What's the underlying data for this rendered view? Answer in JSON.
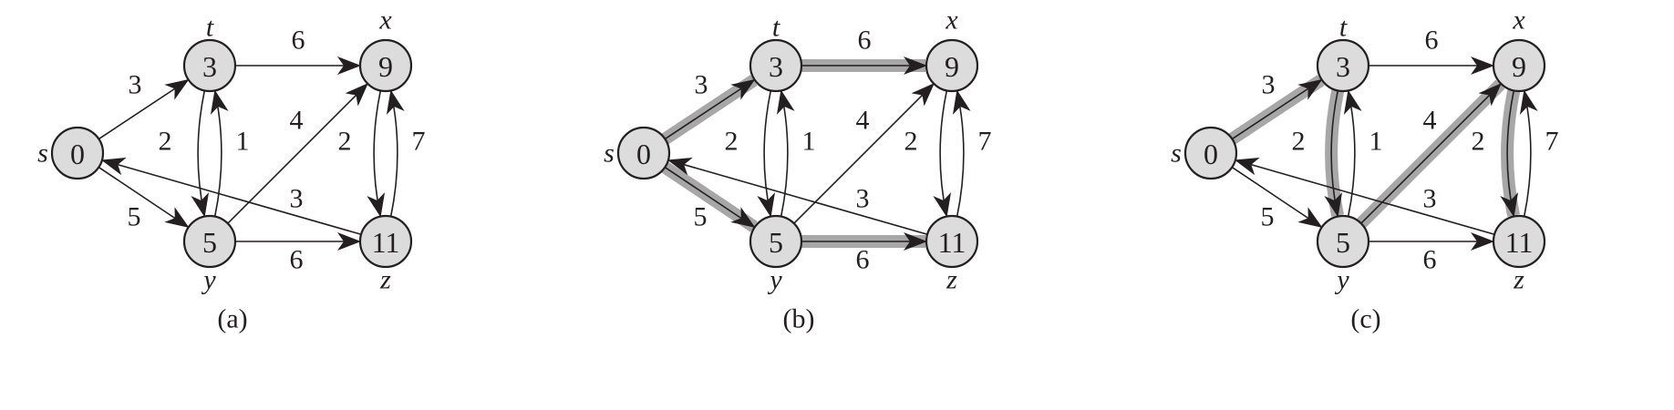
{
  "panels": [
    {
      "caption": "(a)",
      "nodes": [
        {
          "id": "s",
          "name": "s",
          "value": "0"
        },
        {
          "id": "t",
          "name": "t",
          "value": "3"
        },
        {
          "id": "x",
          "name": "x",
          "value": "9"
        },
        {
          "id": "y",
          "name": "y",
          "value": "5"
        },
        {
          "id": "z",
          "name": "z",
          "value": "11"
        }
      ],
      "edges": [
        {
          "from": "s",
          "to": "t",
          "weight": "3",
          "highlight": false
        },
        {
          "from": "s",
          "to": "y",
          "weight": "5",
          "highlight": false
        },
        {
          "from": "t",
          "to": "x",
          "weight": "6",
          "highlight": false
        },
        {
          "from": "t",
          "to": "y",
          "weight": "2",
          "highlight": false
        },
        {
          "from": "y",
          "to": "t",
          "weight": "1",
          "highlight": false
        },
        {
          "from": "y",
          "to": "x",
          "weight": "4",
          "highlight": false
        },
        {
          "from": "y",
          "to": "z",
          "weight": "6",
          "highlight": false
        },
        {
          "from": "x",
          "to": "z",
          "weight": "2",
          "highlight": false
        },
        {
          "from": "z",
          "to": "x",
          "weight": "7",
          "highlight": false
        },
        {
          "from": "z",
          "to": "s",
          "weight": "3",
          "highlight": false
        }
      ]
    },
    {
      "caption": "(b)",
      "nodes": [
        {
          "id": "s",
          "name": "s",
          "value": "0"
        },
        {
          "id": "t",
          "name": "t",
          "value": "3"
        },
        {
          "id": "x",
          "name": "x",
          "value": "9"
        },
        {
          "id": "y",
          "name": "y",
          "value": "5"
        },
        {
          "id": "z",
          "name": "z",
          "value": "11"
        }
      ],
      "edges": [
        {
          "from": "s",
          "to": "t",
          "weight": "3",
          "highlight": true
        },
        {
          "from": "s",
          "to": "y",
          "weight": "5",
          "highlight": true
        },
        {
          "from": "t",
          "to": "x",
          "weight": "6",
          "highlight": true
        },
        {
          "from": "t",
          "to": "y",
          "weight": "2",
          "highlight": false
        },
        {
          "from": "y",
          "to": "t",
          "weight": "1",
          "highlight": false
        },
        {
          "from": "y",
          "to": "x",
          "weight": "4",
          "highlight": false
        },
        {
          "from": "y",
          "to": "z",
          "weight": "6",
          "highlight": true
        },
        {
          "from": "x",
          "to": "z",
          "weight": "2",
          "highlight": false
        },
        {
          "from": "z",
          "to": "x",
          "weight": "7",
          "highlight": false
        },
        {
          "from": "z",
          "to": "s",
          "weight": "3",
          "highlight": false
        }
      ]
    },
    {
      "caption": "(c)",
      "nodes": [
        {
          "id": "s",
          "name": "s",
          "value": "0"
        },
        {
          "id": "t",
          "name": "t",
          "value": "3"
        },
        {
          "id": "x",
          "name": "x",
          "value": "9"
        },
        {
          "id": "y",
          "name": "y",
          "value": "5"
        },
        {
          "id": "z",
          "name": "z",
          "value": "11"
        }
      ],
      "edges": [
        {
          "from": "s",
          "to": "t",
          "weight": "3",
          "highlight": true
        },
        {
          "from": "s",
          "to": "y",
          "weight": "5",
          "highlight": false
        },
        {
          "from": "t",
          "to": "x",
          "weight": "6",
          "highlight": false
        },
        {
          "from": "t",
          "to": "y",
          "weight": "2",
          "highlight": true
        },
        {
          "from": "y",
          "to": "t",
          "weight": "1",
          "highlight": false
        },
        {
          "from": "y",
          "to": "x",
          "weight": "4",
          "highlight": true
        },
        {
          "from": "y",
          "to": "z",
          "weight": "6",
          "highlight": false
        },
        {
          "from": "x",
          "to": "z",
          "weight": "2",
          "highlight": true
        },
        {
          "from": "z",
          "to": "x",
          "weight": "7",
          "highlight": false
        },
        {
          "from": "z",
          "to": "s",
          "weight": "3",
          "highlight": false
        }
      ]
    }
  ],
  "colors": {
    "node_fill": "#dcdcdc",
    "stroke": "#231f20",
    "highlight": "#a7a7a7"
  }
}
